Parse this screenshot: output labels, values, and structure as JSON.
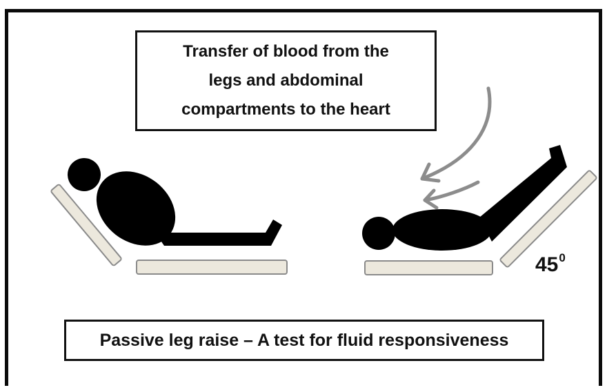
{
  "top_box": {
    "lines": [
      "Transfer of blood from the",
      "legs and abdominal",
      "compartments to the heart"
    ]
  },
  "angle_label": {
    "value": "45",
    "superscript": "0"
  },
  "caption": "Passive leg raise – A test for fluid responsiveness",
  "colors": {
    "bed": "#ece8dd",
    "bed_border": "#8a8a8a",
    "figure": "#000000",
    "arrow": "#8c8c8c"
  }
}
